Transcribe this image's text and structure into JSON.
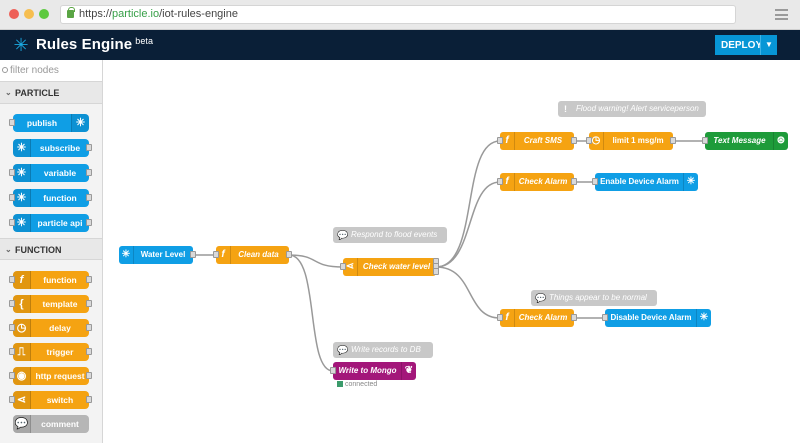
{
  "browser": {
    "url_scheme": "https://",
    "url_host": "particle.io",
    "url_path": "/iot-rules-engine"
  },
  "header": {
    "title": "Rules Engine",
    "badge": "beta",
    "deploy_label": "DEPLOY",
    "deploy_caret": "▼"
  },
  "palette": {
    "filter_placeholder": "filter nodes",
    "sections": [
      {
        "label": "PARTICLE",
        "chevron": "⌄"
      },
      {
        "label": "FUNCTION",
        "chevron": "⌄"
      }
    ],
    "particle_nodes": [
      "publish",
      "subscribe",
      "variable",
      "function",
      "particle api"
    ],
    "function_nodes": [
      "function",
      "template",
      "delay",
      "trigger",
      "http request",
      "switch",
      "comment"
    ]
  },
  "canvas": {
    "nodes": {
      "water_level": "Water Level",
      "clean_data": "Clean data",
      "check_water_level": "Check water level",
      "craft_sms": "Craft SMS",
      "limit": "limit 1 msg/m",
      "text_message": "Text Message",
      "check_alarm_1": "Check Alarm",
      "enable_alarm": "Enable Device Alarm",
      "check_alarm_2": "Check Alarm",
      "disable_alarm": "Disable Device Alarm",
      "write_mongo": "Write to Mongo"
    },
    "comments": {
      "flood_warning": "Flood warning! Alert serviceperson",
      "respond_flood": "Respond to flood events",
      "normal": "Things appear to be normal",
      "write_records": "Write records to DB"
    },
    "status": {
      "mongo": "connected"
    }
  },
  "colors": {
    "particle_blue": "#0f9ee5",
    "function_orange": "#f5a312",
    "header_navy": "#0a1f37",
    "twilio_green": "#1e9b3a",
    "mongo_magenta": "#a3177a",
    "comment_grey": "#c8c8c8"
  },
  "icons": {
    "particle": "sparkle-icon",
    "function": "function-icon",
    "delay": "clock-icon",
    "switch": "switch-icon",
    "comment": "speech-bubble-icon",
    "warning": "exclamation-icon",
    "twilio": "twilio-icon",
    "mongo": "leaf-icon"
  }
}
